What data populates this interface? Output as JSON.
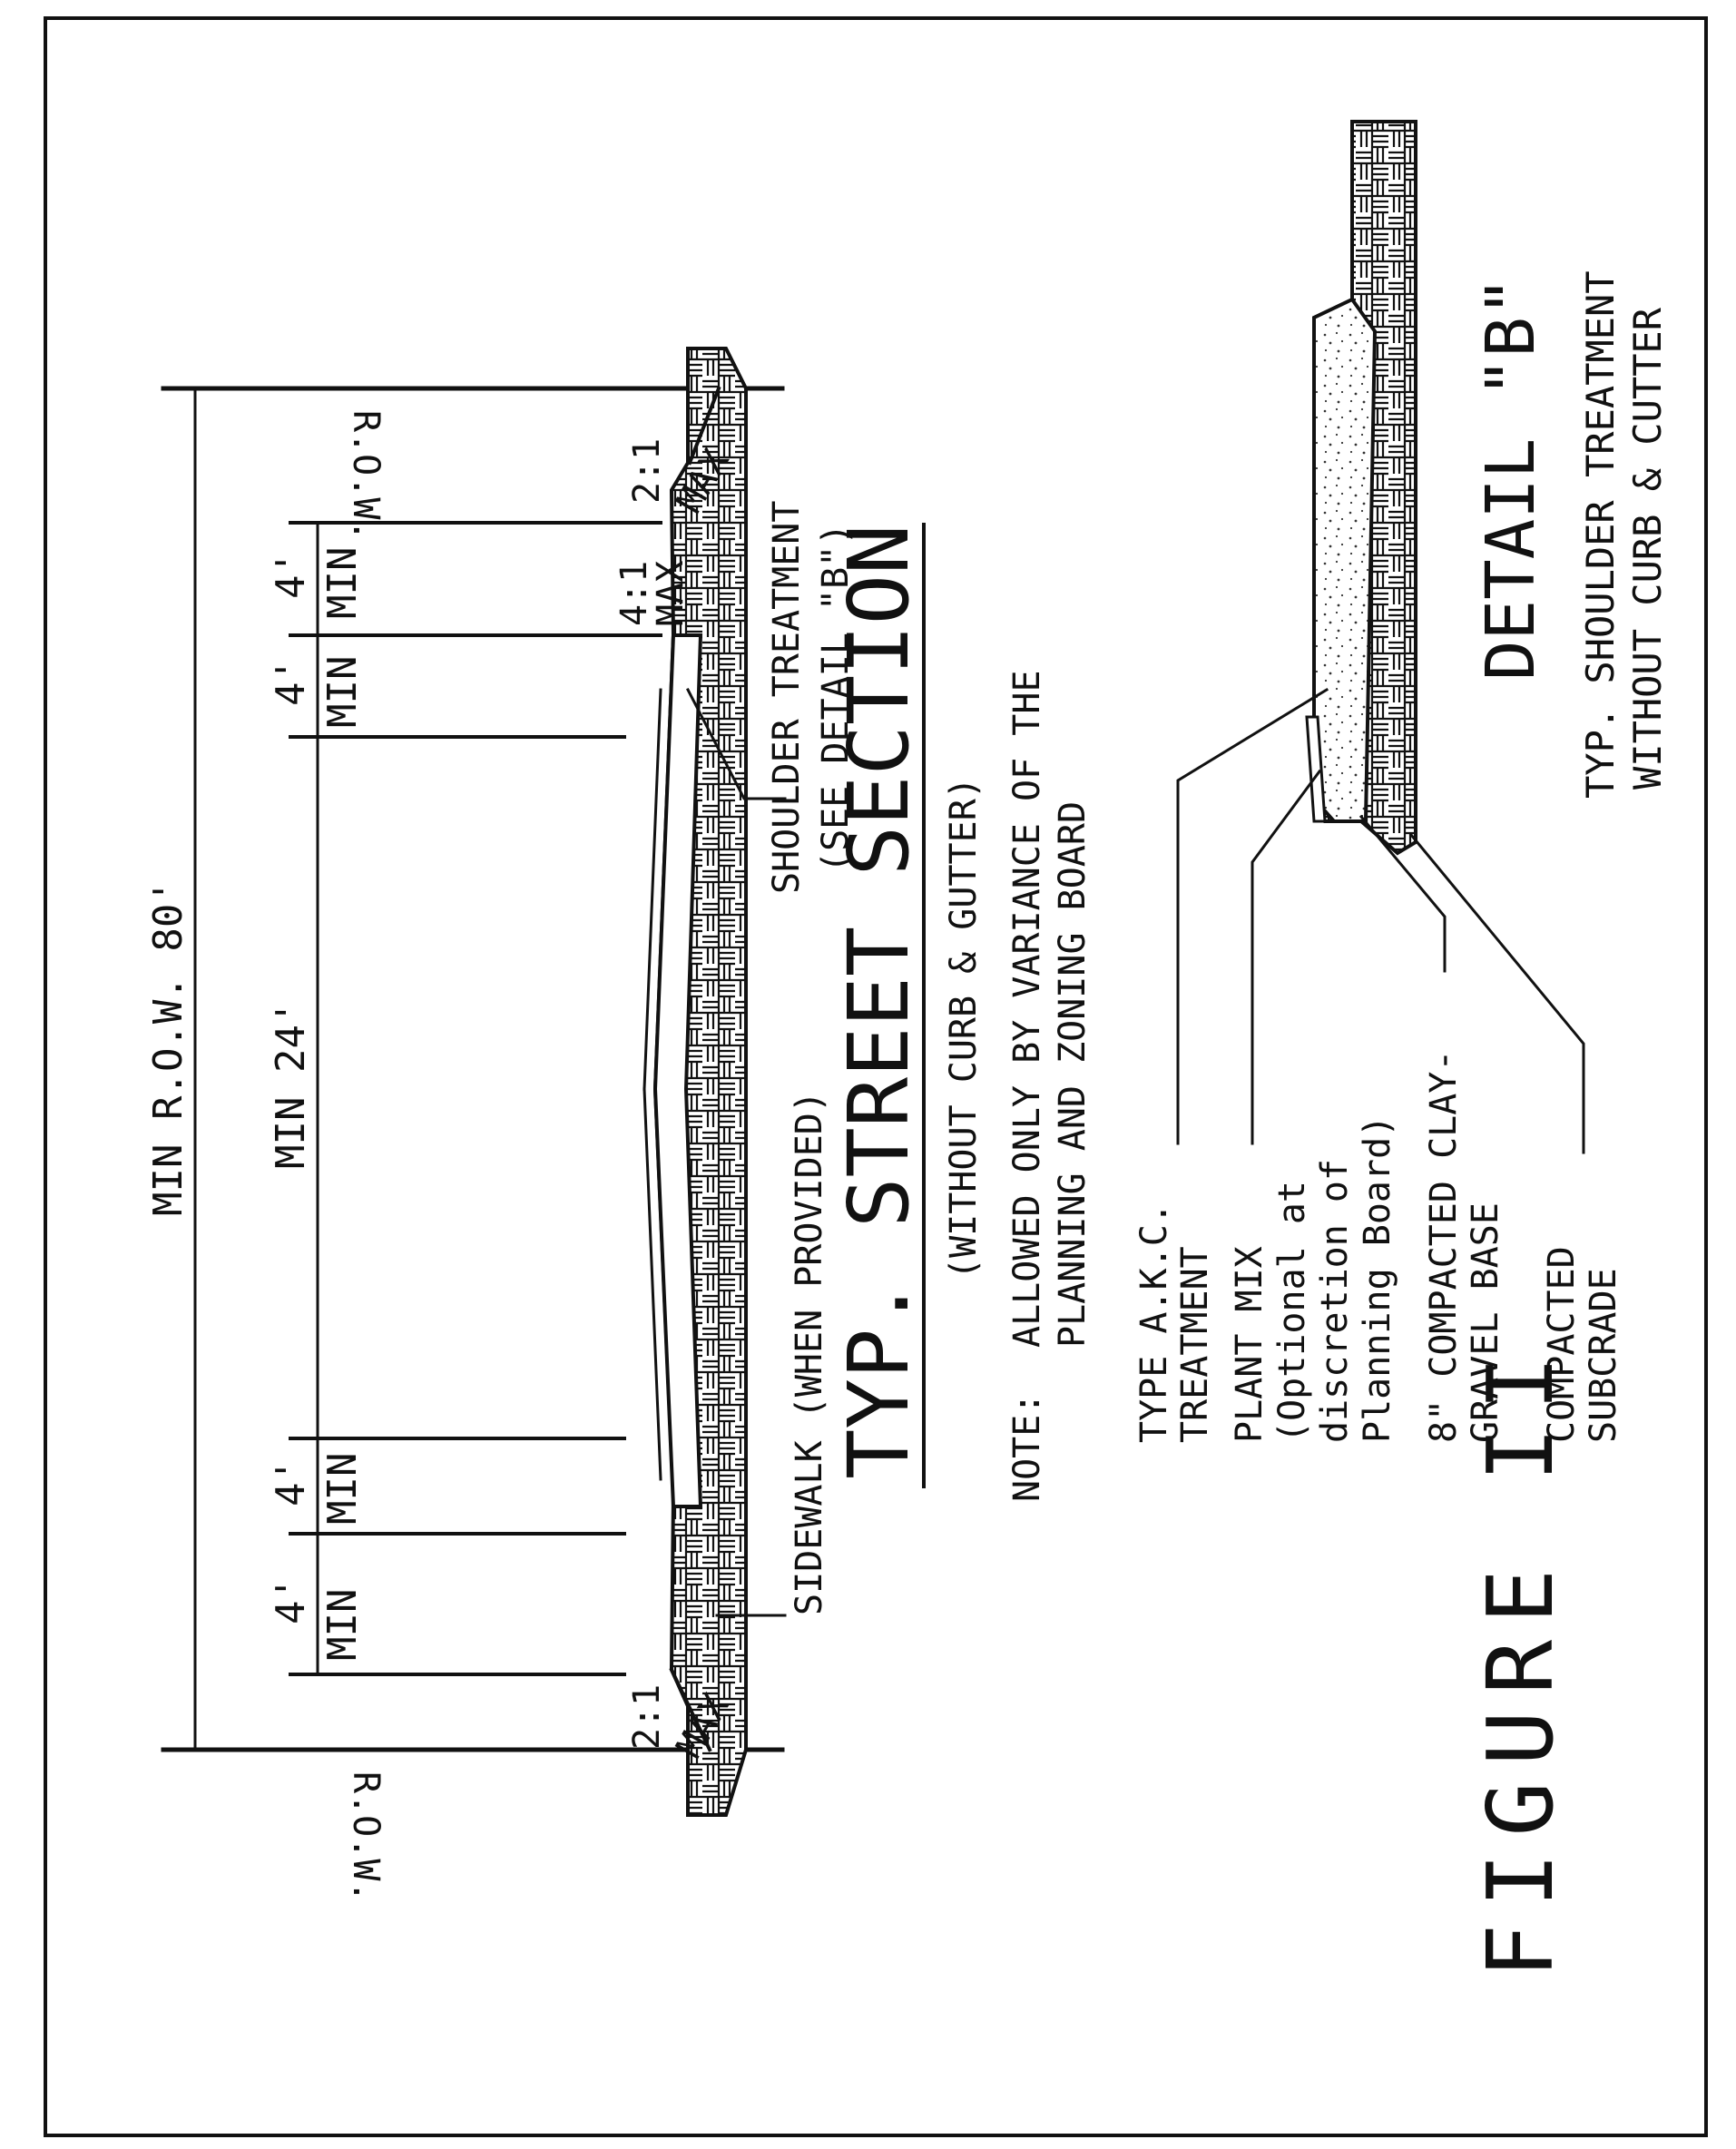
{
  "figure_label": "FIGURE II",
  "street_section": {
    "title": "TYP. STREET SECTION",
    "subtitle": "(WITHOUT CURB & GUTTER)",
    "note_prefix": "NOTE:",
    "note_line1": "ALLOWED ONLY BY VARIANCE OF THE",
    "note_line2": "PLANNING AND ZONING BOARD",
    "row_left": "R.O.W.",
    "row_right": "R.O.W.",
    "min_row": "MIN R.O.W. 80'",
    "min_road": "MIN 24'",
    "dims": [
      {
        "ft": "4'",
        "min": "MIN"
      },
      {
        "ft": "4'",
        "min": "MIN"
      },
      {
        "ft": "4'",
        "min": "MIN"
      },
      {
        "ft": "4'",
        "min": "MIN"
      }
    ],
    "slope_left": {
      "ratio": "2:1",
      "max": "MAX"
    },
    "slope_mid": {
      "ratio": "4:1",
      "max": "MAX"
    },
    "slope_right": {
      "ratio": "2:1",
      "max": "MAX"
    },
    "sidewalk_label": "SIDEWALK (WHEN PROVIDED)",
    "shoulder_line1": "SHOULDER TREATMENT",
    "shoulder_line2": "(SEE DETAIL \"B\")"
  },
  "detail_b": {
    "title": "DETAIL \"B\"",
    "sub1": "TYP. SHOULDER TREATMENT",
    "sub2": "WITHOUT CURB & CUTTER",
    "labels": {
      "akc1": "TYPE A.K.C.",
      "akc2": "TREATMENT",
      "plant1": "PLANT MIX",
      "plant2": "(Optional at",
      "plant3": "discretion of",
      "plant4": "Planning Board)",
      "clay1": "8\" COMPACTED CLAY-",
      "clay2": "GRAVEL BASE",
      "sub1": "COMPACTED",
      "sub2": "SUBCRADE"
    }
  }
}
